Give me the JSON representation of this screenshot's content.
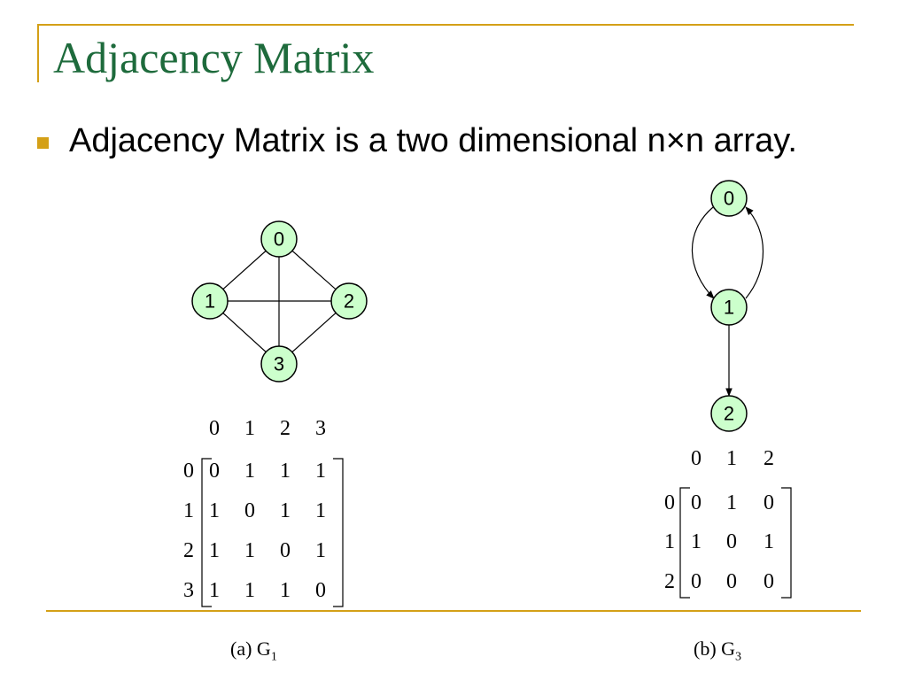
{
  "slide": {
    "title": "Adjacency Matrix",
    "bullet": "Adjacency Matrix is a two dimensional n×n array."
  },
  "graph_a": {
    "nodes": [
      "0",
      "1",
      "2",
      "3"
    ],
    "edges": [
      [
        "0",
        "1"
      ],
      [
        "0",
        "2"
      ],
      [
        "0",
        "3"
      ],
      [
        "1",
        "2"
      ],
      [
        "1",
        "3"
      ],
      [
        "2",
        "3"
      ]
    ],
    "matrix": {
      "col_headers": [
        "0",
        "1",
        "2",
        "3"
      ],
      "row_headers": [
        "0",
        "1",
        "2",
        "3"
      ],
      "rows": [
        [
          "0",
          "1",
          "1",
          "1"
        ],
        [
          "1",
          "0",
          "1",
          "1"
        ],
        [
          "1",
          "1",
          "0",
          "1"
        ],
        [
          "1",
          "1",
          "1",
          "0"
        ]
      ]
    },
    "caption_prefix": "(a) G",
    "caption_sub": "1"
  },
  "graph_b": {
    "nodes": [
      "0",
      "1",
      "2"
    ],
    "edges": [
      [
        "0",
        "1"
      ],
      [
        "1",
        "0"
      ],
      [
        "1",
        "2"
      ]
    ],
    "matrix": {
      "col_headers": [
        "0",
        "1",
        "2"
      ],
      "row_headers": [
        "0",
        "1",
        "2"
      ],
      "rows": [
        [
          "0",
          "1",
          "0"
        ],
        [
          "1",
          "0",
          "1"
        ],
        [
          "0",
          "0",
          "0"
        ]
      ]
    },
    "caption_prefix": "(b) G",
    "caption_sub": "3"
  },
  "colors": {
    "title": "#1e6b3c",
    "accent": "#d4a017",
    "node_fill": "#ccffcc"
  }
}
